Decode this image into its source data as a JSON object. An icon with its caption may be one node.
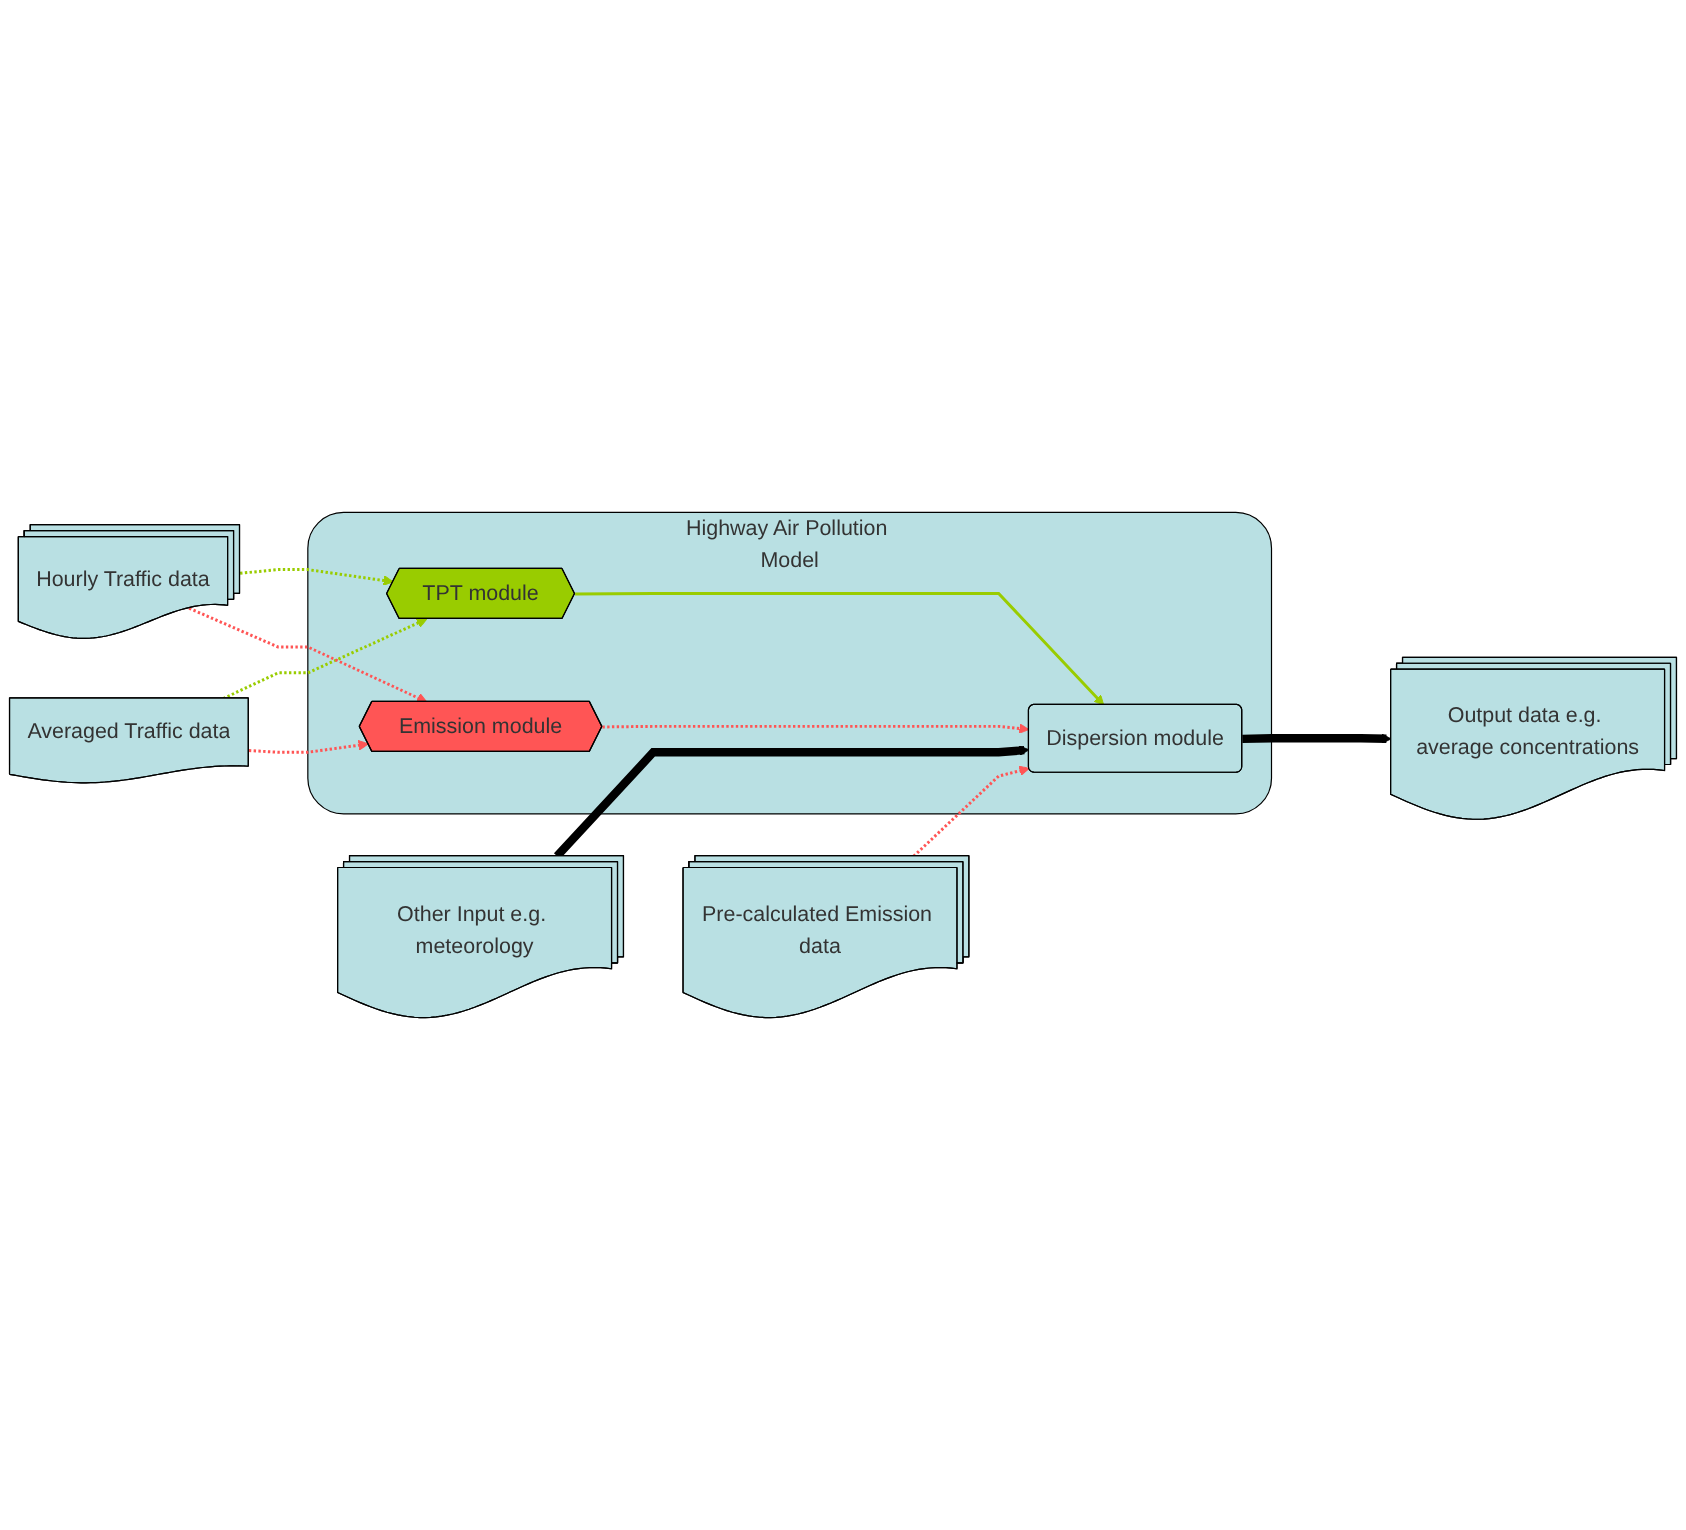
{
  "diagram": {
    "nodes": [
      {
        "text": [
          "Other Input e.g. meteorology"
        ]
      },
      {
        "text": [
          "Hourly Traffic data"
        ]
      },
      {
        "text": [
          "Highway Air Pollution Model"
        ]
      },
      {
        "text": [
          "TPT module"
        ],
        "in": 2
      },
      {
        "text": [
          "Averaged Traffic data"
        ]
      },
      {
        "text": [
          "Emission module"
        ],
        "in": 2
      },
      {
        "text": [
          "Dispersion module"
        ],
        "in": 2
      },
      {
        "text": [
          "Pre-calculated Emission data"
        ]
      },
      {
        "text": [
          "Output data e.g. average concentrations"
        ]
      }
    ],
    "edges": [
      {
        "from": 1,
        "to": 3,
        "arrow": "to",
        "style": "dashed",
        "color": "#99cc00"
      },
      {
        "from": 4,
        "to": 3,
        "arrow": "to",
        "style": "dashed",
        "color": "#99cc00"
      },
      {
        "from": 1,
        "to": 5,
        "arrow": "to",
        "style": "dashed"
      },
      {
        "from": 4,
        "to": 5,
        "arrow": "to",
        "style": "dashed"
      },
      {
        "from": 3,
        "to": 6,
        "arrow": "to",
        "color": "#99cc00"
      },
      {
        "from": 0,
        "to": 6,
        "arrow": "to",
        "style": "thick",
        "color": "#000000"
      },
      {
        "from": 5,
        "to": 6,
        "arrow": "to",
        "style": "dashed"
      },
      {
        "from": 7,
        "to": 6,
        "arrow": "to",
        "style": "dashed"
      },
      {
        "from": 6,
        "to": 8,
        "arrow": "to",
        "style": "thick",
        "color": "#000000"
      }
    ]
  }
}
